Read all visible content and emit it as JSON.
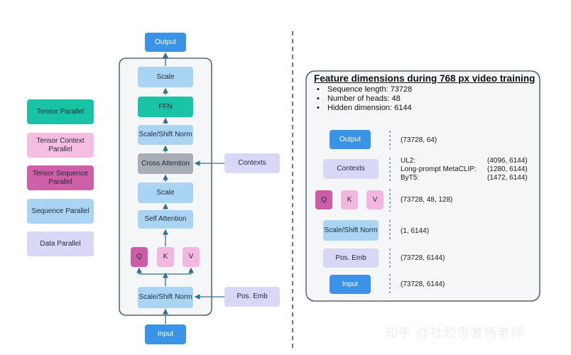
{
  "legend": {
    "tensor_parallel": "Tensor Parallel",
    "tensor_context_parallel": "Tensor Context Parallel",
    "tensor_sequence_parallel": "Tensor Sequence Parallel",
    "sequence_parallel": "Sequence Parallel",
    "data_parallel": "Data Parallel"
  },
  "stack": {
    "output": "Output",
    "scale_top": "Scale",
    "ffn": "FFN",
    "scale_shift_norm_mid": "Scale/Shift Norm",
    "cross_attention": "Cross Attention",
    "scale_mid": "Scale",
    "self_attention": "Self Attention",
    "q": "Q",
    "k": "K",
    "v": "V",
    "scale_shift_norm_bottom": "Scale/Shift Norm",
    "input": "Input",
    "contexts": "Contexts",
    "pos_emb": "Pos. Emb"
  },
  "panel": {
    "title": "Feature dimensions during 768 px video training",
    "bullets": [
      "Sequence length: 73728",
      "Number of heads: 48",
      "Hidden dimension: 6144"
    ],
    "output": "Output",
    "output_dim": "(73728, 64)",
    "contexts": "Contexts",
    "ctx_names": [
      "UL2:",
      "Long-prompt MetaCLIP:",
      "ByT5:"
    ],
    "ctx_dims": [
      "(4096, 6144)",
      "(1280, 6144)",
      "(1472, 6144)"
    ],
    "q": "Q",
    "k": "K",
    "v": "V",
    "qkv_dim": "(73728, 48, 128)",
    "norm": "Scale/Shift Norm",
    "norm_dim": "(1, 6144)",
    "pos_emb": "Pos. Emb",
    "pos_emb_dim": "(73728, 6144)",
    "input": "Input",
    "input_dim": "(73728, 6144)"
  },
  "watermark": "知乎 @社恐患者杨老师",
  "colors": {
    "tensor_parallel": "#18c4a4",
    "tensor_context_parallel": "#f6bde3",
    "tensor_sequence_parallel": "#cf5fa9",
    "sequence_parallel": "#a9d4f4",
    "data_parallel": "#d8d7f6",
    "output_input": "#3b93e8",
    "cross_attention": "#a7aeb6",
    "arrow": "#2f6f94"
  }
}
